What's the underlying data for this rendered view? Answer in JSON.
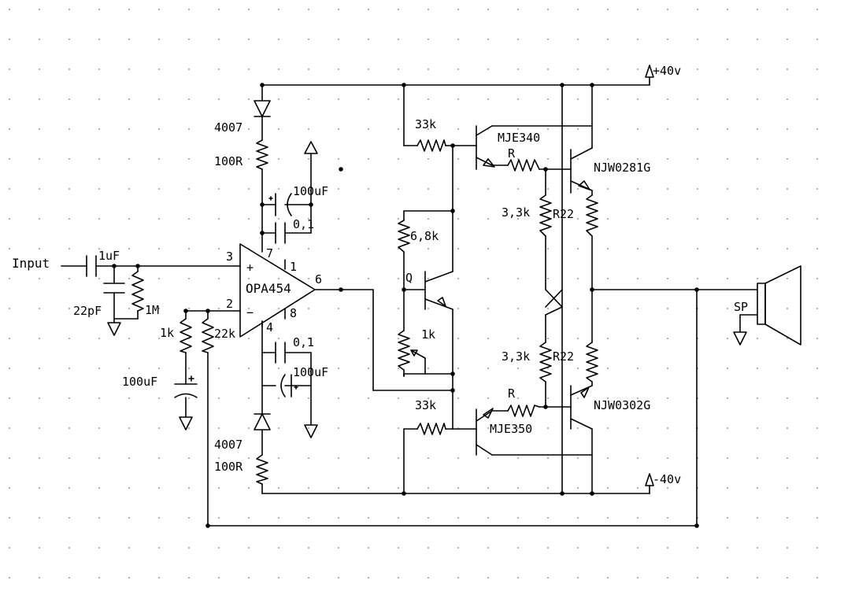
{
  "schematic": {
    "input_label": "Input",
    "opamp": {
      "name": "OPA454",
      "plus": "+",
      "minus": "−",
      "pins": {
        "p1": "1",
        "p2": "2",
        "p3": "3",
        "p4": "4",
        "p6": "6",
        "p7": "7",
        "p8": "8"
      }
    },
    "components": {
      "c_in": "1uF",
      "c_22p": "22pF",
      "r_1m": "1M",
      "r_1k_fb": "1k",
      "r_22k_fb": "22k",
      "c_100u_fb": "100uF",
      "d_top": "4007",
      "r_top": "100R",
      "c_top_e": "100uF",
      "c_top_c": "0,1",
      "d_bot": "4007",
      "r_bot": "100R",
      "c_bot_e": "100uF",
      "c_bot_c": "0,1",
      "r_33k_top": "33k",
      "r_33k_bot": "33k",
      "r_68k": "6,8k",
      "q_label": "Q",
      "pot_1k": "1k",
      "q_mje340": "MJE340",
      "q_mje350": "MJE350",
      "r_top_r": "R",
      "r_bot_r": "R",
      "r_33_top": "3,3k",
      "r_33_bot": "3,3k",
      "r_r22_top": "R22",
      "r_r22_bot": "R22",
      "q_njw0281": "NJW0281G",
      "q_njw0302": "NJW0302G",
      "speaker": "SP"
    },
    "rails": {
      "pos": "+40v",
      "neg": "-40v"
    },
    "colors": {
      "ink": "#000000",
      "grid_dot": "#9a9a9a",
      "background": "#ffffff"
    }
  }
}
